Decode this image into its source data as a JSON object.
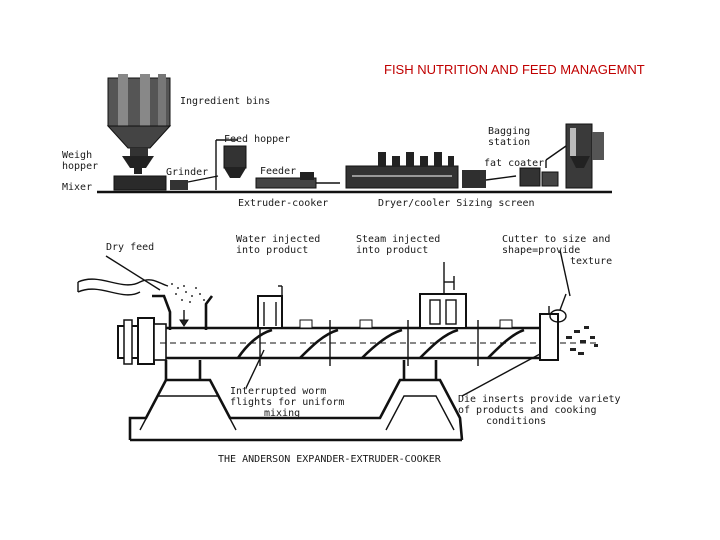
{
  "header": {
    "title": "FISH NUTRITION AND FEED MANAGEMNT"
  },
  "plant": {
    "labels": {
      "ingredient_bins": "Ingredient bins",
      "feed_hopper": "Feed hopper",
      "weigh_hopper_1": "Weigh",
      "weigh_hopper_2": "hopper",
      "grinder": "Grinder",
      "feeder": "Feeder",
      "mixer": "Mixer",
      "bagging_1": "Bagging",
      "bagging_2": "station",
      "fat_coater": "fat coater",
      "extruder_cooker": "Extruder-cooker",
      "dryer_sizing": "Dryer/cooler Sizing screen"
    }
  },
  "extruder": {
    "labels": {
      "dry_feed": "Dry feed",
      "water_1": "Water injected",
      "water_2": "into product",
      "steam_1": "Steam injected",
      "steam_2": "into product",
      "cutter_1": "Cutter to size and",
      "cutter_2": "shape=provide",
      "cutter_3": "texture",
      "worm_1": "Interrupted worm",
      "worm_2": "flights for uniform",
      "worm_3": "mixing",
      "die_1": "Die inserts provide variety",
      "die_2": "of products and cooking",
      "die_3": "conditions"
    },
    "caption": "THE ANDERSON EXPANDER-EXTRUDER-COOKER"
  },
  "colors": {
    "title": "#c00000",
    "ink": "#111111",
    "background": "#ffffff"
  }
}
